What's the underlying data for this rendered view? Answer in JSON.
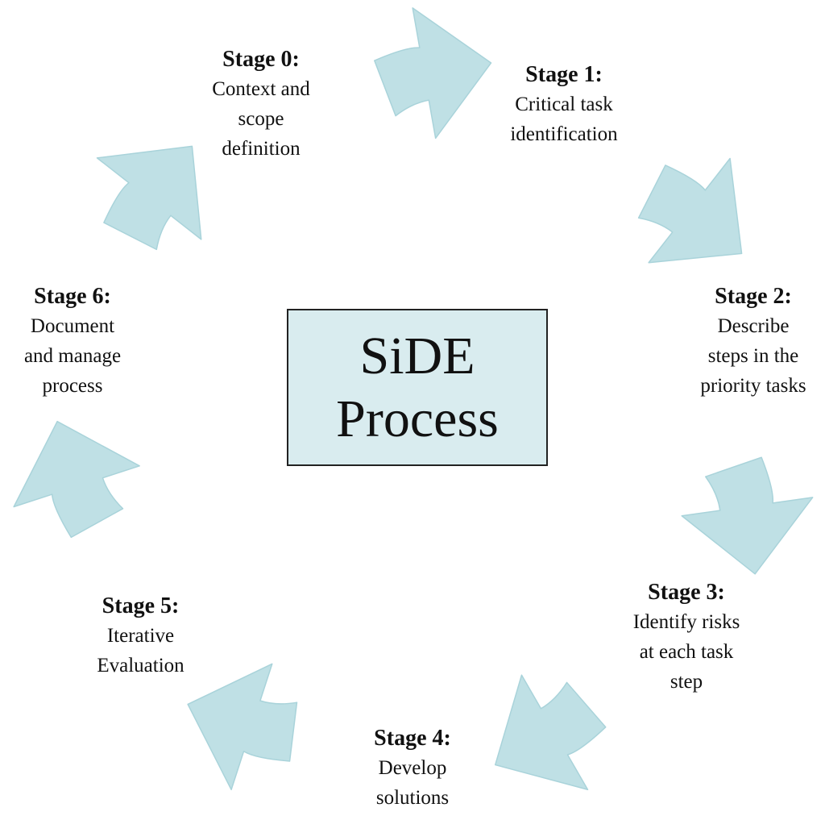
{
  "center": {
    "title": "SiDE\nProcess"
  },
  "stages": [
    {
      "title": "Stage 0:",
      "description": "Context and\nscope\ndefinition"
    },
    {
      "title": "Stage 1:",
      "description": "Critical task\nidentification"
    },
    {
      "title": "Stage 2:",
      "description": "Describe\nsteps in the\npriority tasks"
    },
    {
      "title": "Stage 3:",
      "description": "Identify risks\nat each task\nstep"
    },
    {
      "title": "Stage 4:",
      "description": "Develop\nsolutions"
    },
    {
      "title": "Stage 5:",
      "description": "Iterative\nEvaluation"
    },
    {
      "title": "Stage 6:",
      "description": "Document\nand manage\nprocess"
    }
  ],
  "colors": {
    "arrow_fill": "#bfe0e5",
    "arrow_stroke": "#a9d3da",
    "box_fill": "#d9ecef",
    "box_border": "#222222"
  }
}
